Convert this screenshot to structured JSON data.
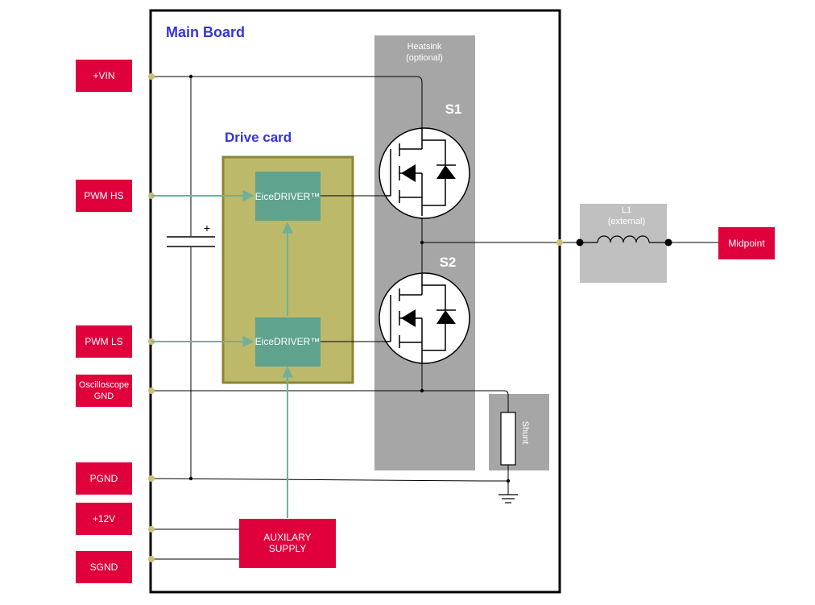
{
  "main_board": {
    "title": "Main Board"
  },
  "drive_card": {
    "title": "Drive card"
  },
  "heatsink": {
    "line1": "Heatsink",
    "line2": "(optional)"
  },
  "switches": {
    "s1": "S1",
    "s2": "S2"
  },
  "drivers": {
    "hs": "EiceDRIVER™",
    "ls": "EiceDRIVER™"
  },
  "capacitor": {
    "polarity": "+"
  },
  "inductor": {
    "line1": "L1",
    "line2": "(external)"
  },
  "shunt": {
    "label": "Shunt"
  },
  "aux_supply": {
    "line1": "AUXILARY",
    "line2": "SUPPLY"
  },
  "terminals": {
    "vin": "+VIN",
    "pwm_hs": "PWM HS",
    "pwm_ls": "PWM LS",
    "osc_gnd_1": "Oscilloscope",
    "osc_gnd_2": "GND",
    "pgnd": "PGND",
    "v12": "+12V",
    "sgnd": "SGND",
    "midpoint": "Midpoint"
  },
  "colors": {
    "terminal": "#e0003c",
    "driver": "#5fa38e",
    "signal_line": "#6fb09b",
    "drive_card_fill": "#bdb96a",
    "drive_card_border": "#8c8536",
    "heatsink": "#a6a6a6",
    "title_blue": "#3333dd",
    "connector": "#c8c07a"
  }
}
